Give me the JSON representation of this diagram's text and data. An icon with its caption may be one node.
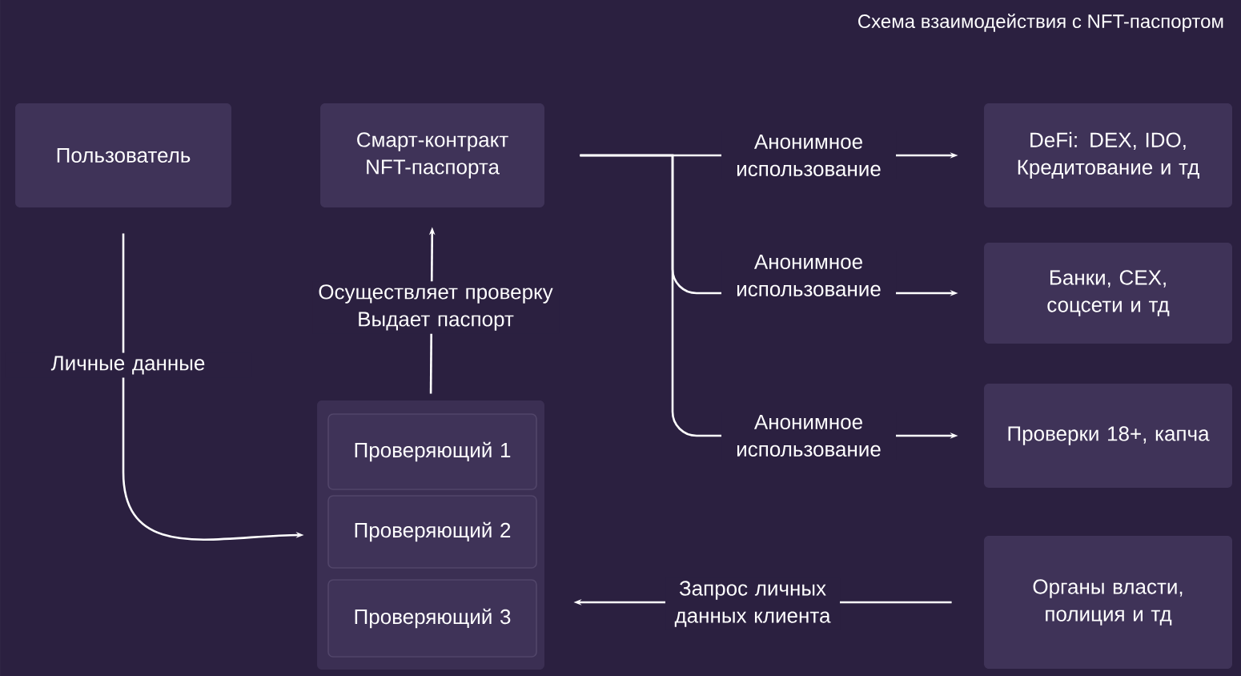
{
  "diagram": {
    "title": "Схема взаимодействия с NFT-паспортом",
    "nodes": [
      {
        "text": [
          "Пользователь"
        ]
      },
      {
        "text": [
          "Смарт-контракт NFT-паспорта"
        ]
      },
      {
        "text": [
          "DeFi: DEX, IDO, Кредитование и тд"
        ]
      },
      {
        "text": [
          "Банки, CEX, соцсети и тд"
        ]
      },
      {
        "text": [
          "Проверки 18+, капча"
        ]
      },
      {
        "text": [],
        "shape": "box"
      },
      {
        "text": [
          "Проверяющий 1"
        ],
        "in": 5
      },
      {
        "text": [
          "Проверяющий 2"
        ],
        "in": 5
      },
      {
        "text": [
          "Проверяющий 3"
        ],
        "in": 5
      },
      {
        "text": [
          "Органы власти, полиция и тд"
        ]
      }
    ],
    "edges": [
      {
        "from": 0,
        "to": 5,
        "arrow": "to",
        "label": "Личные данные"
      },
      {
        "from": 5,
        "to": 1,
        "arrow": "to",
        "label": "Осуществляет проверку Выдает паспорт"
      },
      {
        "from": 1,
        "to": 2,
        "arrow": "to",
        "label": "Анонимное использование"
      },
      {
        "from": 1,
        "to": 3,
        "arrow": "to",
        "label": "Анонимное использование"
      },
      {
        "from": 1,
        "to": 4,
        "arrow": "to",
        "label": "Анонимное использование"
      },
      {
        "from": 9,
        "to": 5,
        "arrow": "to",
        "label": "Запрос личных данных клиента"
      }
    ]
  }
}
